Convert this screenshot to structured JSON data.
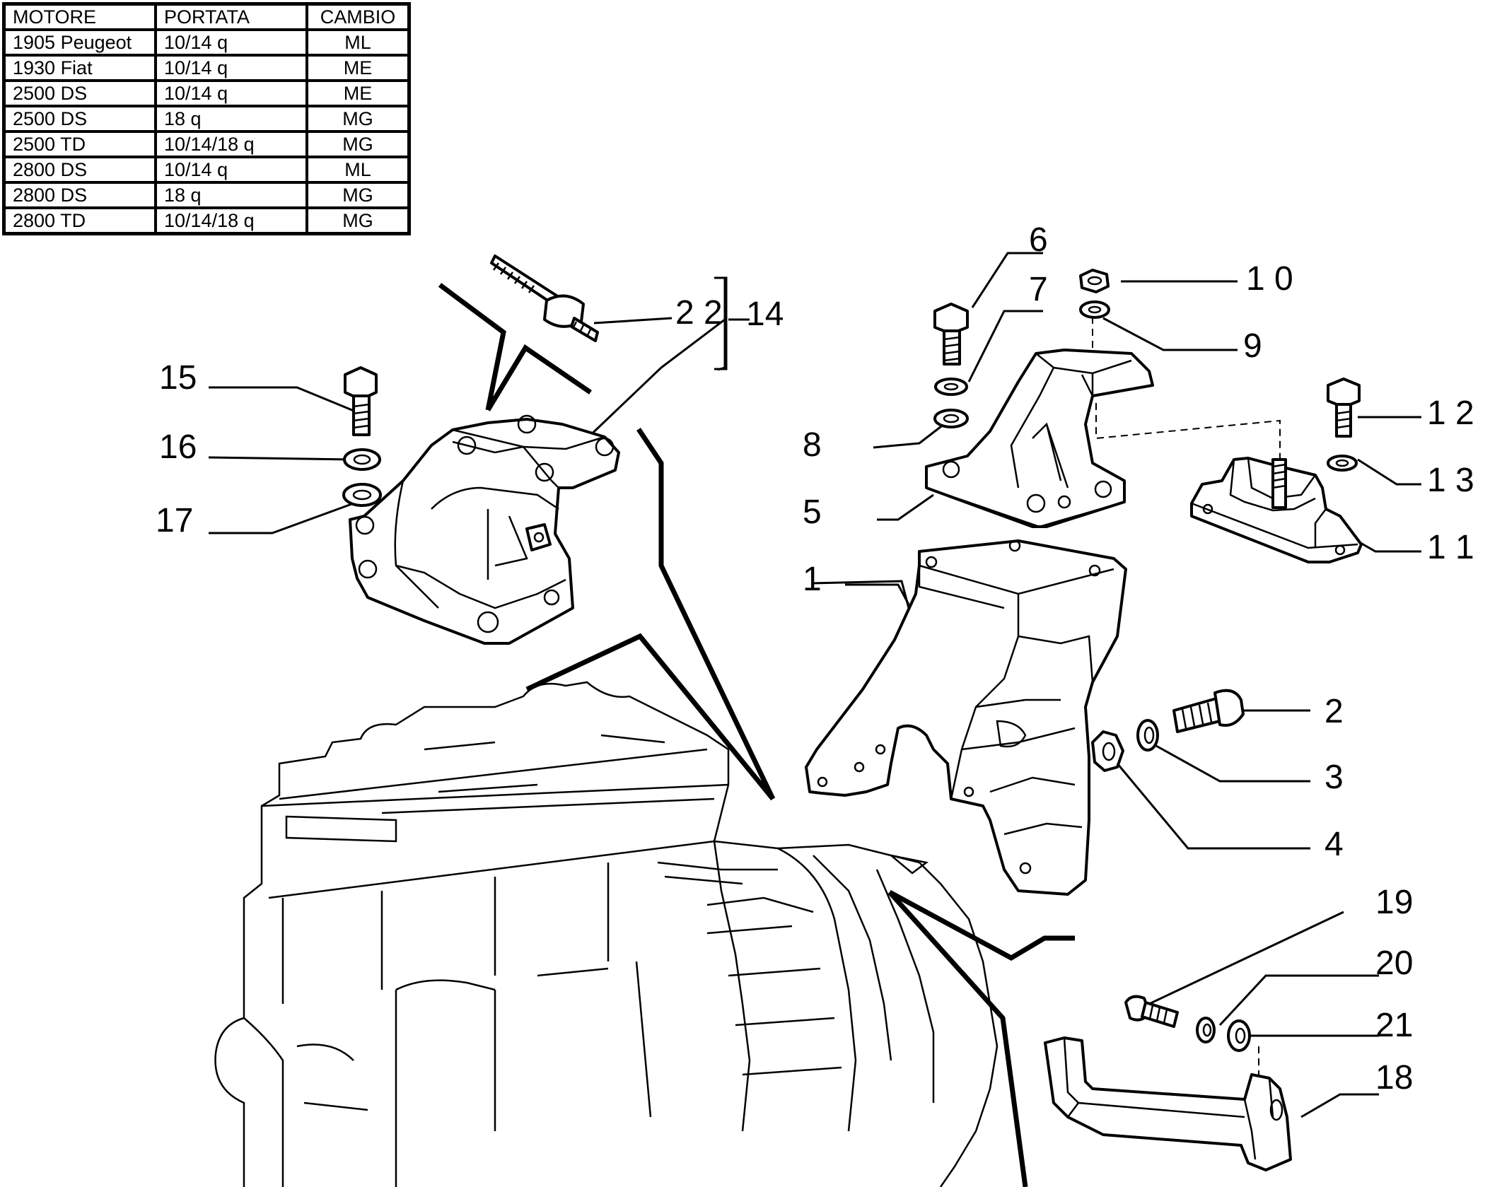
{
  "table": {
    "headers": [
      "MOTORE",
      "PORTATA",
      "CAMBIO"
    ],
    "rows": [
      [
        "1905 Peugeot",
        "10/14 q",
        "ML"
      ],
      [
        "1930 Fiat",
        "10/14 q",
        "ME"
      ],
      [
        "2500 DS",
        "10/14 q",
        "ME"
      ],
      [
        "2500 DS",
        "18 q",
        "MG"
      ],
      [
        "2500 TD",
        "10/14/18 q",
        "MG"
      ],
      [
        "2800 DS",
        "10/14 q",
        "ML"
      ],
      [
        "2800 DS",
        "18 q",
        "MG"
      ],
      [
        "2800 TD",
        "10/14/18 q",
        "MG"
      ]
    ]
  },
  "callouts": {
    "c1": "1",
    "c2": "2",
    "c3": "3",
    "c4": "4",
    "c5": "5",
    "c6": "6",
    "c7": "7",
    "c8": "8",
    "c9": "9",
    "c10": "1 0",
    "c11": "1 1",
    "c12": "1 2",
    "c13": "1 3",
    "c14": "14",
    "c15": "15",
    "c16": "16",
    "c17": "17",
    "c18": "18",
    "c19": "19",
    "c20": "20",
    "c21": "21",
    "c22": "2 2"
  }
}
